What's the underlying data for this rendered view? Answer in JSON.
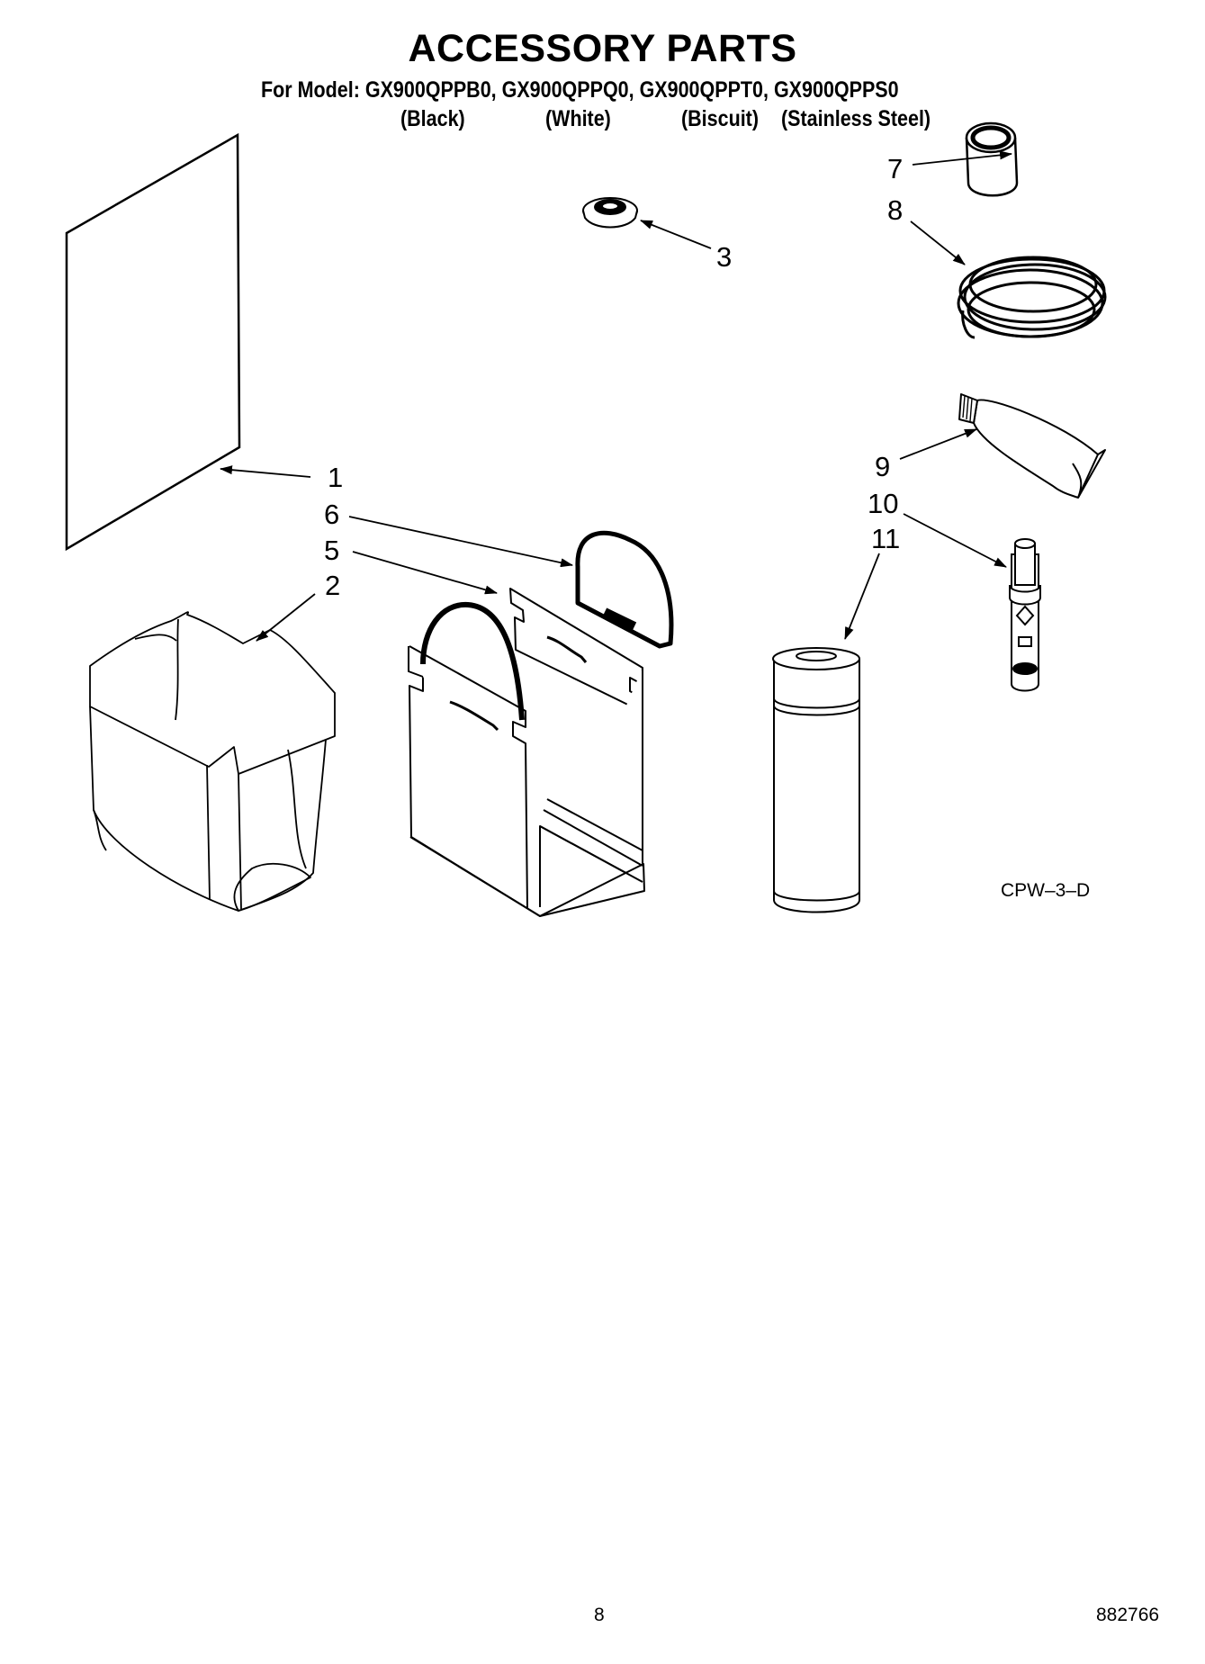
{
  "header": {
    "title": "ACCESSORY PARTS",
    "models": "For Model: GX900QPPB0, GX900QPPQ0, GX900QPPT0, GX900QPPS0",
    "colors": [
      "(Black)",
      "(White)",
      "(Biscuit)",
      "(Stainless Steel)"
    ]
  },
  "callouts": [
    "1",
    "2",
    "3",
    "5",
    "6",
    "7",
    "8",
    "9",
    "10",
    "11"
  ],
  "diagram_code": "CPW–3–D",
  "footer": {
    "page_number": "8",
    "document_number": "882766"
  }
}
